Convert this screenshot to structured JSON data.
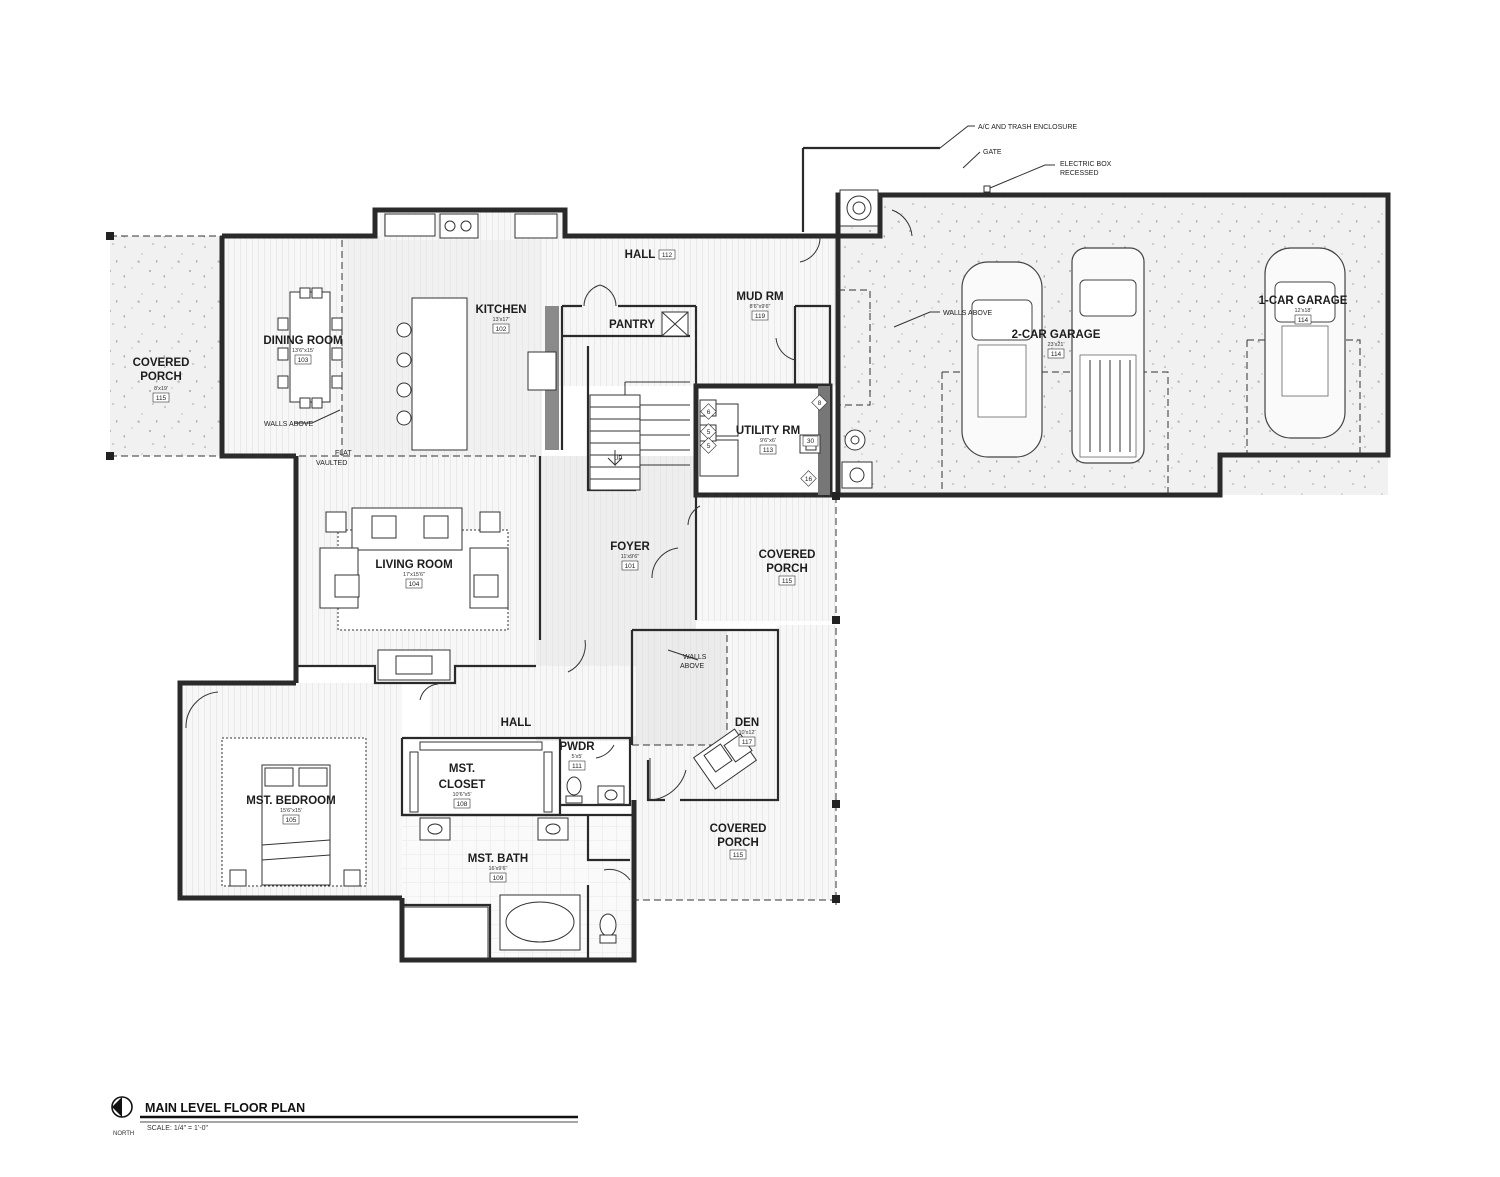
{
  "drawing": {
    "title": "MAIN LEVEL FLOOR PLAN",
    "scale": "SCALE: 1/4\" = 1'-0\"",
    "north_label": "NORTH"
  },
  "rooms": [
    {
      "id": "covered-porch-west",
      "name": "COVERED\nPORCH",
      "size": "8'x19'",
      "num": "115"
    },
    {
      "id": "dining-room",
      "name": "DINING ROOM",
      "size": "13'6\"x15'",
      "num": "103"
    },
    {
      "id": "kitchen",
      "name": "KITCHEN",
      "size": "13'x17'",
      "num": "102"
    },
    {
      "id": "hall-north",
      "name": "HALL",
      "size": "",
      "num": "112"
    },
    {
      "id": "pantry",
      "name": "PANTRY",
      "size": "",
      "num": ""
    },
    {
      "id": "mud-rm",
      "name": "MUD RM",
      "size": "8'6\"x9'6\"",
      "num": "119"
    },
    {
      "id": "utility-rm",
      "name": "UTILITY RM",
      "size": "9'6\"x6'",
      "num": "113"
    },
    {
      "id": "garage-2car",
      "name": "2-CAR GARAGE",
      "size": "23'x21'",
      "num": "114"
    },
    {
      "id": "garage-1car",
      "name": "1-CAR GARAGE",
      "size": "12'x18'",
      "num": "114"
    },
    {
      "id": "living-room",
      "name": "LIVING ROOM",
      "size": "17'x15'6\"",
      "num": "104"
    },
    {
      "id": "foyer",
      "name": "FOYER",
      "size": "11'x9'6\"",
      "num": "101"
    },
    {
      "id": "covered-porch-east",
      "name": "COVERED\nPORCH",
      "size": "",
      "num": "115"
    },
    {
      "id": "den",
      "name": "DEN",
      "size": "10'x12'",
      "num": "117"
    },
    {
      "id": "hall-south",
      "name": "HALL",
      "size": "",
      "num": ""
    },
    {
      "id": "mst-bedroom",
      "name": "MST. BEDROOM",
      "size": "15'6\"x15'",
      "num": "105"
    },
    {
      "id": "mst-closet",
      "name": "MST.\nCLOSET",
      "size": "10'6\"x5'",
      "num": "108"
    },
    {
      "id": "pwdr",
      "name": "PWDR",
      "size": "5'x5'",
      "num": "111"
    },
    {
      "id": "mst-bath",
      "name": "MST. BATH",
      "size": "16'x9'6\"",
      "num": "109"
    },
    {
      "id": "covered-porch-south",
      "name": "COVERED\nPORCH",
      "size": "",
      "num": "115"
    }
  ],
  "notes": {
    "ac_trash": "A/C AND TRASH ENCLOSURE",
    "gate": "GATE",
    "electric_box_1": "ELECTRIC BOX",
    "electric_box_2": "RECESSED",
    "walls_above_dining": "WALLS ABOVE",
    "walls_above_garage": "WALLS ABOVE",
    "walls_above_den_1": "WALLS",
    "walls_above_den_2": "ABOVE",
    "flat": "FLAT",
    "vaulted": "VAULTED",
    "stair_up": "UP"
  },
  "appliance_tags": [
    "6",
    "5",
    "5",
    "8",
    "30",
    "16"
  ]
}
